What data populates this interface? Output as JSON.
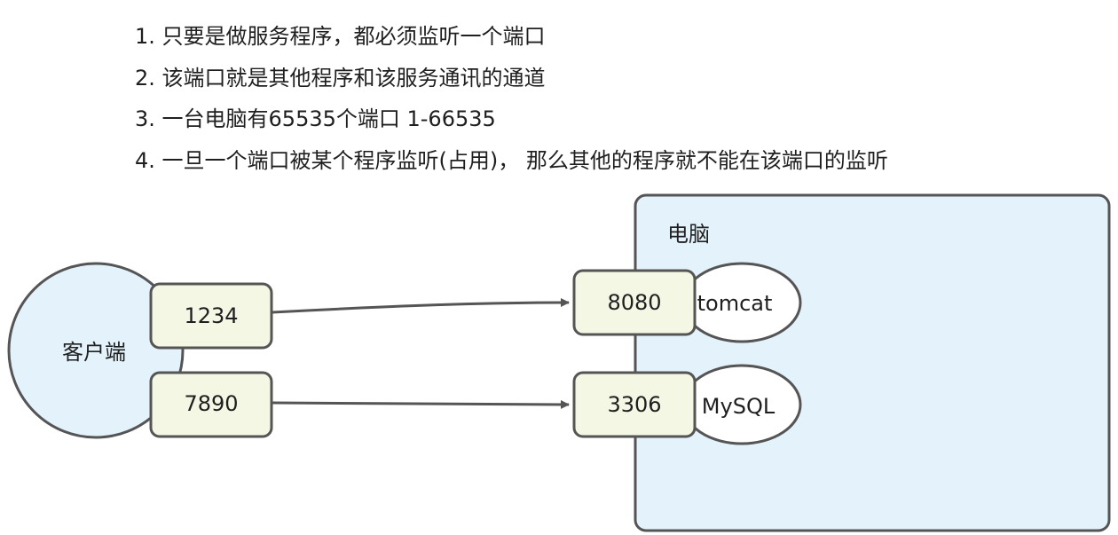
{
  "notes": [
    "1. 只要是做服务程序，都必须监听一个端口",
    "2. 该端口就是其他程序和该服务通讯的通道",
    "3. 一台电脑有65535个端口 1-66535",
    "4. 一旦一个端口被某个程序监听(占用)， 那么其他的程序就不能在该端口的监听"
  ],
  "client": {
    "label": "客户端",
    "ports": [
      "1234",
      "7890"
    ]
  },
  "computer": {
    "label": "电脑",
    "services": [
      {
        "port": "8080",
        "name": "tomcat"
      },
      {
        "port": "3306",
        "name": "MySQL"
      }
    ]
  },
  "connections": [
    {
      "from": "1234",
      "to": "8080"
    },
    {
      "from": "7890",
      "to": "3306"
    }
  ],
  "colors": {
    "client_fill": "#e3f2fb",
    "computer_fill": "#e3f2fb",
    "port_fill": "#f3f7e4",
    "service_fill": "#ffffff",
    "stroke": "#555555"
  }
}
